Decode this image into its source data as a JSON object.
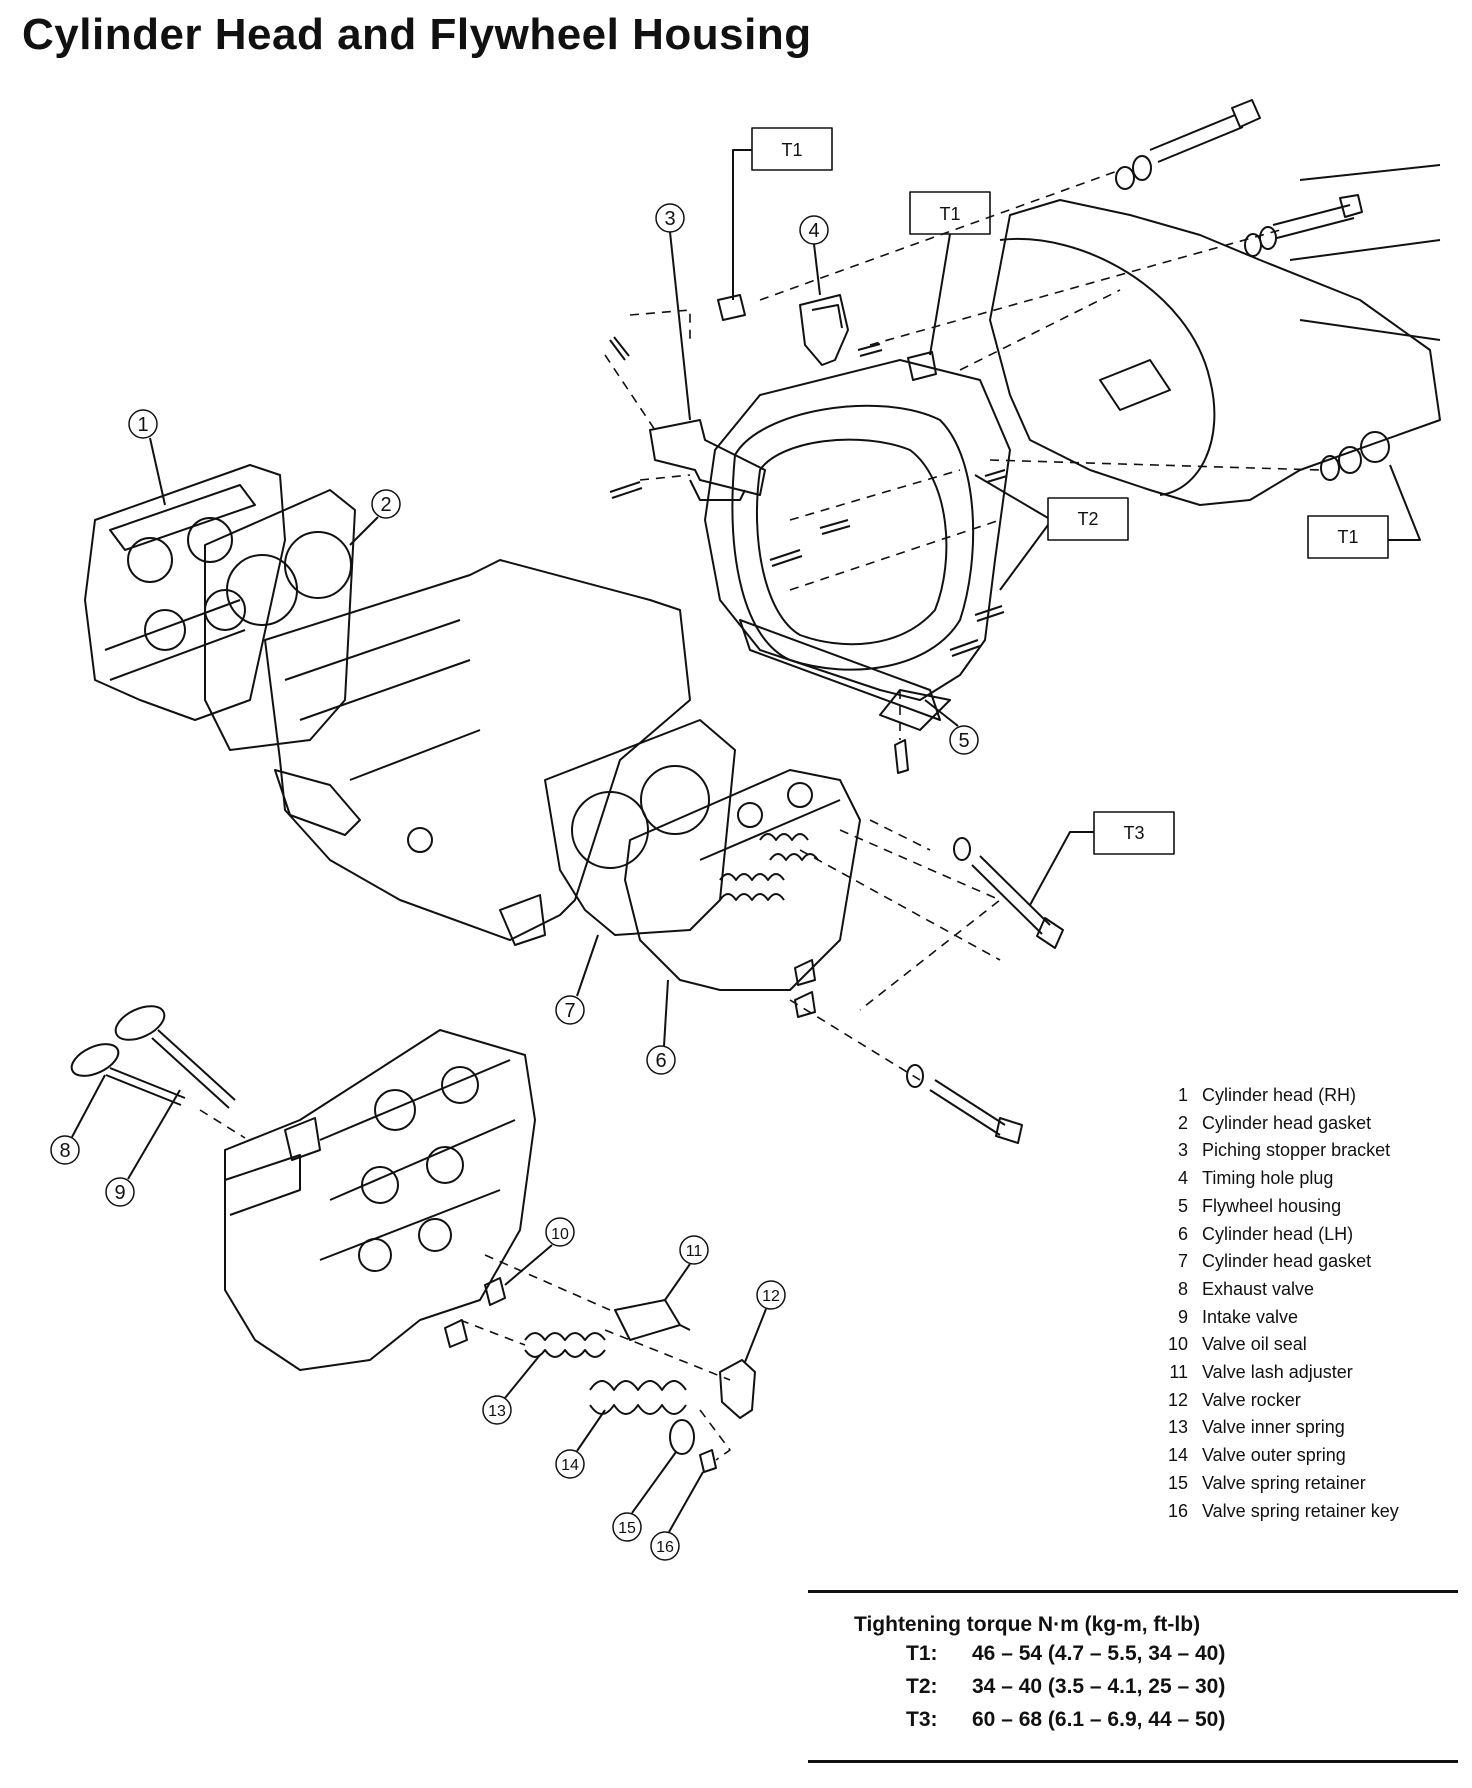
{
  "title": "Cylinder Head and Flywheel Housing",
  "callouts": [
    "1",
    "2",
    "3",
    "4",
    "5",
    "6",
    "7",
    "8",
    "9",
    "10",
    "11",
    "12",
    "13",
    "14",
    "15",
    "16"
  ],
  "torque_boxes": [
    "T1",
    "T1",
    "T2",
    "T1",
    "T3"
  ],
  "legend": [
    {
      "num": "1",
      "label": "Cylinder head (RH)"
    },
    {
      "num": "2",
      "label": "Cylinder head gasket"
    },
    {
      "num": "3",
      "label": "Piching stopper bracket"
    },
    {
      "num": "4",
      "label": "Timing hole plug"
    },
    {
      "num": "5",
      "label": "Flywheel housing"
    },
    {
      "num": "6",
      "label": "Cylinder head (LH)"
    },
    {
      "num": "7",
      "label": "Cylinder head gasket"
    },
    {
      "num": "8",
      "label": "Exhaust valve"
    },
    {
      "num": "9",
      "label": "Intake valve"
    },
    {
      "num": "10",
      "label": "Valve oil seal"
    },
    {
      "num": "11",
      "label": "Valve lash adjuster"
    },
    {
      "num": "12",
      "label": "Valve rocker"
    },
    {
      "num": "13",
      "label": "Valve inner spring"
    },
    {
      "num": "14",
      "label": "Valve outer spring"
    },
    {
      "num": "15",
      "label": "Valve spring retainer"
    },
    {
      "num": "16",
      "label": "Valve spring retainer key"
    }
  ],
  "torque_spec": {
    "title": "Tightening torque  N·m (kg-m, ft-lb)",
    "rows": [
      {
        "label": "T1:",
        "value": "46 – 54 (4.7 – 5.5, 34 – 40)"
      },
      {
        "label": "T2:",
        "value": "34 – 40 (3.5 – 4.1, 25 – 30)"
      },
      {
        "label": "T3:",
        "value": "60 – 68 (6.1 – 6.9, 44 – 50)"
      }
    ]
  }
}
